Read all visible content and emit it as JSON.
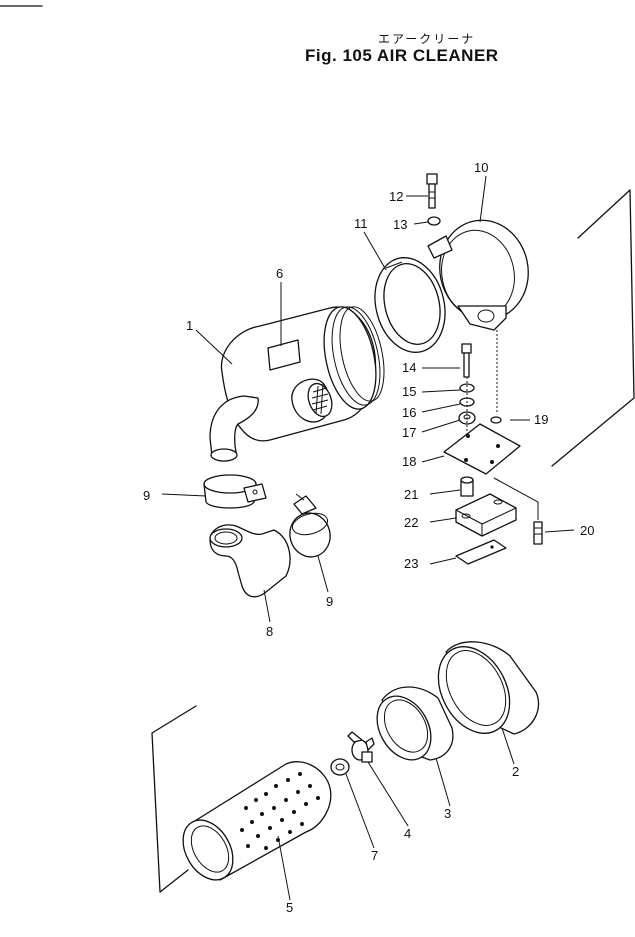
{
  "title_jp": "エアークリーナ",
  "title": "Fig. 105  AIR  CLEANER",
  "callouts": [
    "1",
    "2",
    "3",
    "4",
    "5",
    "6",
    "7",
    "8",
    "9",
    "9",
    "10",
    "11",
    "12",
    "13",
    "14",
    "15",
    "16",
    "17",
    "18",
    "19",
    "20",
    "21",
    "22",
    "23"
  ]
}
